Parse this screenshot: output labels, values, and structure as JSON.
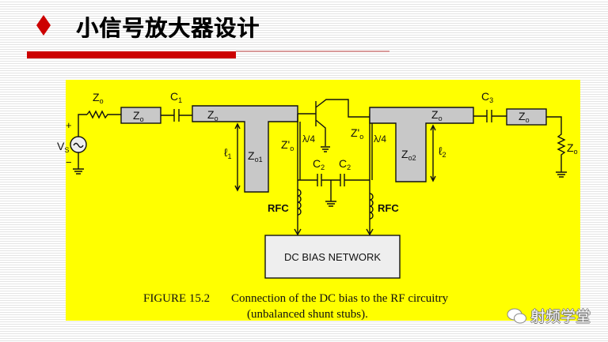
{
  "slide": {
    "title": "小信号放大器设计",
    "accent_color": "#cc0000"
  },
  "diagram": {
    "source_label": "V",
    "source_sub": "S",
    "plus": "+",
    "minus": "−",
    "source_z": "Z",
    "labels": {
      "zo": "Z",
      "zo_sub": "o",
      "c1": "C",
      "c1_sub": "1",
      "c2": "C",
      "c2_sub": "2",
      "c3": "C",
      "c3_sub": "3",
      "zo1_sub": "o1",
      "zo2_sub": "o2",
      "zo_prime": "Z'",
      "lambda4": "λ/4",
      "l1": "ℓ",
      "l1_sub": "1",
      "l2": "ℓ",
      "l2_sub": "2",
      "rfc": "RFC"
    },
    "bias_box": "DC BIAS NETWORK",
    "caption_figure": "FIGURE 15.2",
    "caption_line1": "Connection of the DC bias to the RF circuitry",
    "caption_line2": "(unbalanced shunt stubs).",
    "panel_color": "#ffff00",
    "stub_color": "#c8c8c8"
  },
  "watermark": {
    "icon": "wechat-icon",
    "text": "射频学堂"
  }
}
